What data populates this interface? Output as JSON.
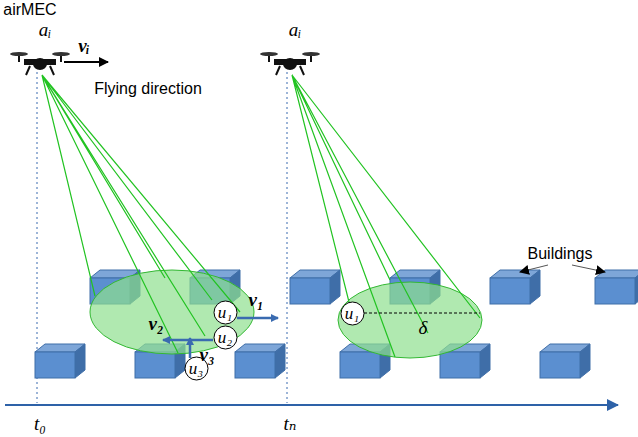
{
  "diagram": {
    "nodes": [
      {
        "text": [
          "u₁"
        ]
      },
      {
        "text": [
          "u₂"
        ]
      },
      {
        "text": [
          "u₃"
        ]
      },
      {
        "text": [
          "u₁"
        ]
      }
    ],
    "labels": [
      "airMEC",
      "aᵢ",
      "vᵢ",
      "Flying direction",
      "v₁",
      "v₂",
      "v₃",
      "aᵢ",
      "Buildings",
      "δ",
      "t₀",
      "tₙ"
    ]
  }
}
